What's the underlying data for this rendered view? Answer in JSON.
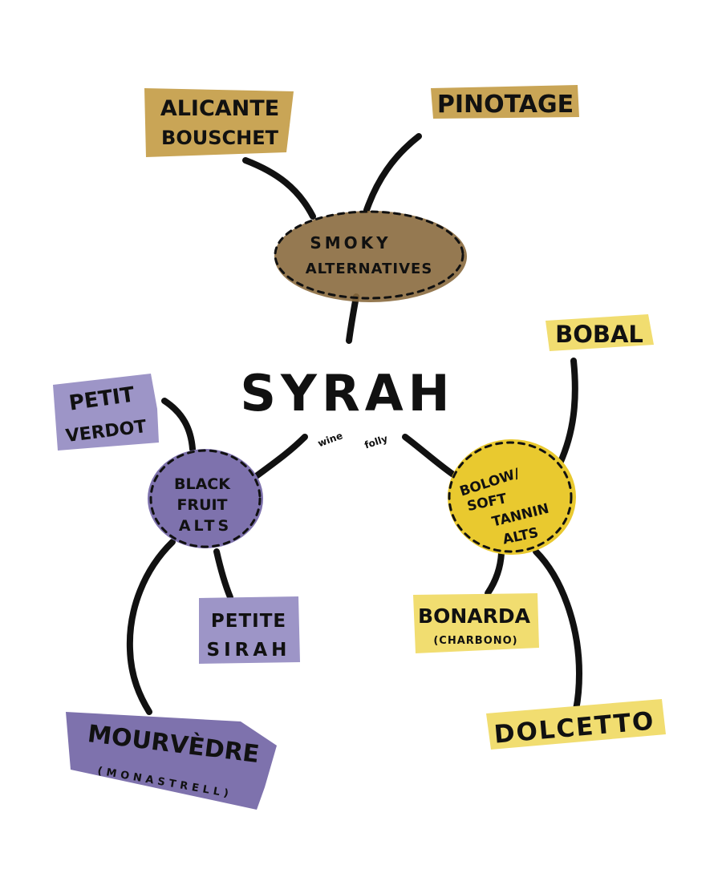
{
  "center": {
    "title": "SYRAH",
    "credit": [
      "wine",
      "folly"
    ]
  },
  "groups": [
    {
      "label": [
        "SMOKY",
        "ALTERNATIVES"
      ],
      "color": "#8a6a3e"
    },
    {
      "label": [
        "BLACK",
        "FRUIT",
        "ALTS"
      ],
      "color": "#7e72ad"
    },
    {
      "label": [
        "BOLOW/",
        "SOFT",
        "TANNIN",
        "ALTS"
      ],
      "color": "#e9c92f"
    }
  ],
  "grapes": {
    "alicante_bouschet": [
      "ALICANTE",
      "BOUSCHET"
    ],
    "pinotage": [
      "PINOTAGE"
    ],
    "petit_verdot": [
      "PETIT",
      "VERDOT"
    ],
    "petite_sirah": [
      "PETITE",
      "SIRAH"
    ],
    "mourvedre": [
      "MOURVÈDRE",
      "(MONASTRELL)"
    ],
    "bobal": [
      "BOBAL"
    ],
    "bonarda": [
      "BONARDA",
      "(CHARBONO)"
    ],
    "dolcetto": [
      "DOLCETTO"
    ]
  },
  "colors": {
    "smoky_tag": "#c9a556",
    "purple_tag": "#9d95c7",
    "yellow_tag": "#f1dd70",
    "ink": "#111111"
  }
}
